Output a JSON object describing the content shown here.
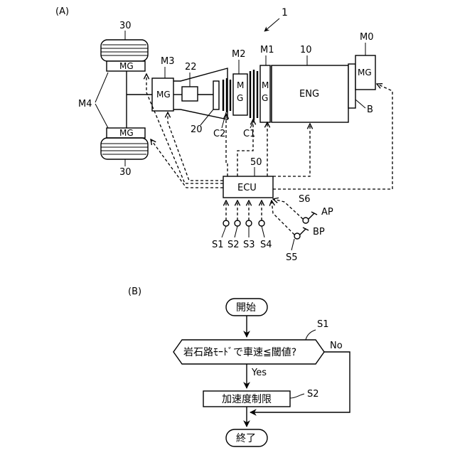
{
  "panel_a": {
    "label": "(A)",
    "ref_vehicle": "1",
    "wheel_top": "30",
    "wheel_bottom": "30",
    "mg_wheel_top": "MG",
    "mg_wheel_bottom": "MG",
    "m4": "M4",
    "m3": "M3",
    "mg_m3": "MG",
    "ref_22": "22",
    "ref_20": "20",
    "m2": "M2",
    "mg_m2_a": "M",
    "mg_m2_b": "G",
    "c2": "C2",
    "c1": "C1",
    "m1": "M1",
    "mg_m1_a": "M",
    "mg_m1_b": "G",
    "ref_10": "10",
    "eng": "ENG",
    "m0": "M0",
    "mg_m0": "MG",
    "b": "B",
    "ref_50": "50",
    "ecu": "ECU",
    "s6": "S6",
    "ap": "AP",
    "bp": "BP",
    "s5": "S5",
    "s1": "S1",
    "s2": "S2",
    "s3": "S3",
    "s4": "S4"
  },
  "panel_b": {
    "label": "(B)",
    "start": "開始",
    "decision": "岩石路ﾓｰﾄﾞで車速≦閾値?",
    "decision_ref": "S1",
    "no": "No",
    "yes": "Yes",
    "process": "加速度制限",
    "process_ref": "S2",
    "end": "終了"
  }
}
